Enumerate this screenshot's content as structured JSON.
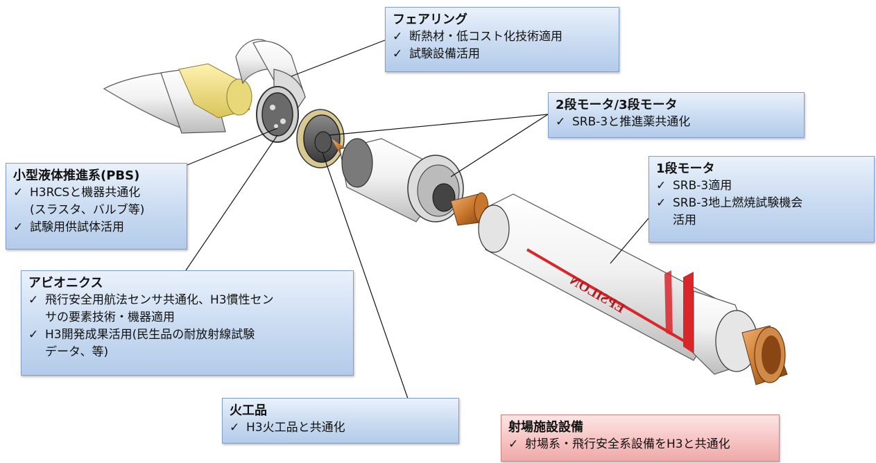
{
  "check_mark": "✓",
  "callouts": {
    "fairing": {
      "title": "フェアリング",
      "items": [
        "断熱材・低コスト化技術適用",
        "試験設備活用"
      ]
    },
    "motor23": {
      "title": "2段モータ/3段モータ",
      "items": [
        "SRB-3と推進薬共通化"
      ]
    },
    "motor1": {
      "title": "1段モータ",
      "items": [
        "SRB-3適用",
        "SRB-3地上燃焼試験機会\n活用"
      ]
    },
    "pbs": {
      "title": "小型液体推進系(PBS)",
      "items": [
        "H3RCSと機器共通化\n(スラスタ、バルブ等)",
        "試験用供試体活用"
      ]
    },
    "avionics": {
      "title": "アビオニクス",
      "items": [
        "飛行安全用航法センサ共通化、H3慣性セン\nサの要素技術・機器適用",
        "H3開発成果活用(民生品の耐放射線試験\nデータ、等)"
      ]
    },
    "pyro": {
      "title": "火工品",
      "items": [
        "H3火工品と共通化"
      ]
    },
    "launch": {
      "title": "射場施設設備",
      "items": [
        "射場系・飛行安全系設備をH3と共通化"
      ]
    }
  },
  "rocket_marking": "EPSILON",
  "colors": {
    "callout_blue": "#c9dbf1",
    "callout_red": "#f6c0c0",
    "stripe_red": "#d9262b",
    "nozzle": "#c9762d"
  }
}
